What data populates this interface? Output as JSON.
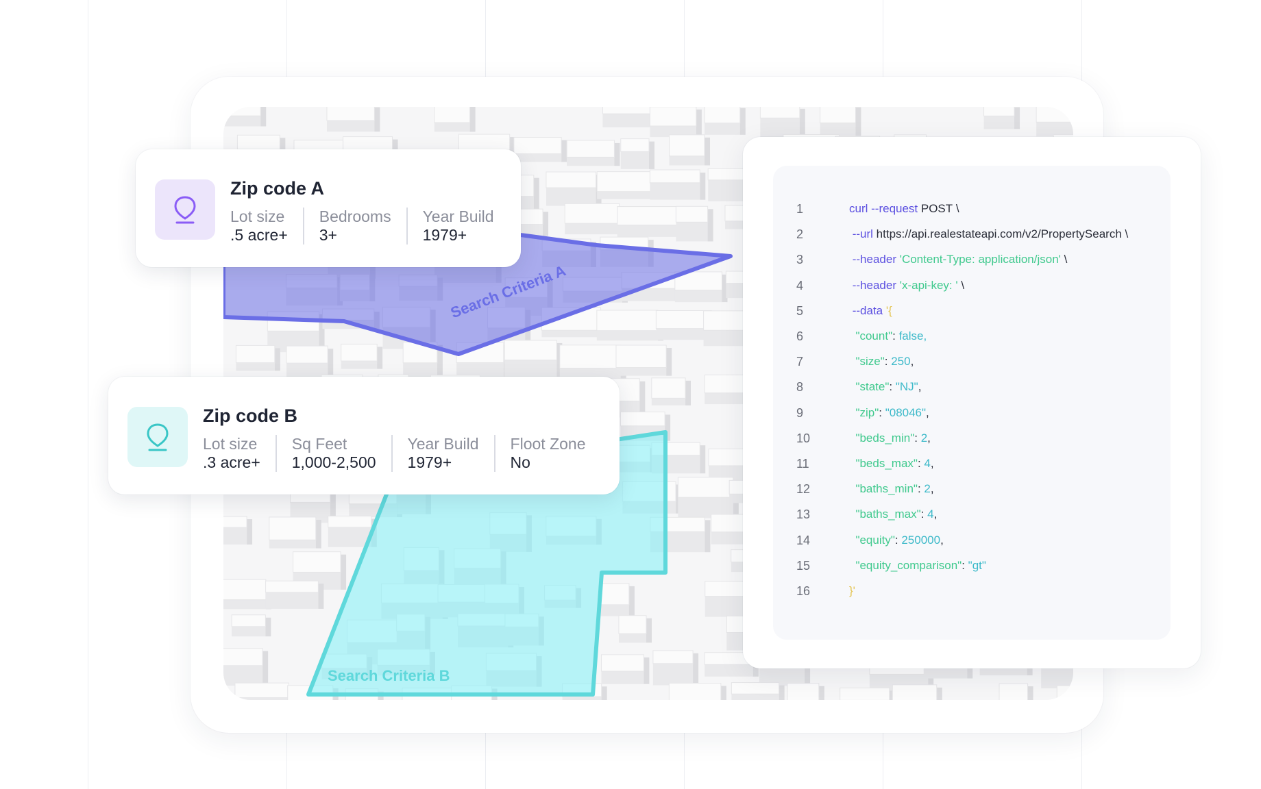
{
  "zip_a": {
    "title": "Zip code A",
    "icon": "location-pin-icon",
    "accent": "#8a5cf6",
    "icon_bg": "#ece5fb",
    "stats": [
      {
        "label": "Lot size",
        "value": ".5 acre+"
      },
      {
        "label": "Bedrooms",
        "value": "3+"
      },
      {
        "label": "Year Build",
        "value": "1979+"
      }
    ]
  },
  "zip_b": {
    "title": "Zip code B",
    "icon": "location-pin-icon",
    "accent": "#39c6c6",
    "icon_bg": "#dff7f7",
    "stats": [
      {
        "label": "Lot size",
        "value": ".3 acre+"
      },
      {
        "label": "Sq Feet",
        "value": "1,000-2,500"
      },
      {
        "label": "Year Build",
        "value": "1979+"
      },
      {
        "label": "Floot Zone",
        "value": "No"
      }
    ]
  },
  "map": {
    "region_a_label": "Search Criteria A",
    "region_b_label": "Search Criteria B",
    "region_a_color": "#6a6ee6",
    "region_b_color": "#5fd8db"
  },
  "code": {
    "lines": [
      {
        "n": "1",
        "parts": [
          {
            "t": "curl ",
            "c": "purple"
          },
          {
            "t": "--request ",
            "c": "purple"
          },
          {
            "t": "POST \\",
            "c": "dark"
          }
        ]
      },
      {
        "n": "2",
        "parts": [
          {
            "t": " --url ",
            "c": "purple"
          },
          {
            "t": "https://api.realestateapi.com/v2/PropertySearch \\",
            "c": "dark"
          }
        ]
      },
      {
        "n": "3",
        "parts": [
          {
            "t": " --header ",
            "c": "purple"
          },
          {
            "t": "'Content-Type: application/json'",
            "c": "green"
          },
          {
            "t": " \\",
            "c": "dark"
          }
        ]
      },
      {
        "n": "4",
        "parts": [
          {
            "t": " --header ",
            "c": "purple"
          },
          {
            "t": "'x-api-key: '",
            "c": "green"
          },
          {
            "t": " \\",
            "c": "dark"
          }
        ]
      },
      {
        "n": "5",
        "parts": [
          {
            "t": " --data ",
            "c": "purple"
          },
          {
            "t": "'{",
            "c": "yellow"
          }
        ]
      },
      {
        "n": "6",
        "parts": [
          {
            "t": "  \"count\"",
            "c": "green"
          },
          {
            "t": ": ",
            "c": "dark"
          },
          {
            "t": "false,",
            "c": "cyan"
          }
        ]
      },
      {
        "n": "7",
        "parts": [
          {
            "t": "  \"size\"",
            "c": "green"
          },
          {
            "t": ": ",
            "c": "dark"
          },
          {
            "t": "250",
            "c": "cyan"
          },
          {
            "t": ",",
            "c": "dark"
          }
        ]
      },
      {
        "n": "8",
        "parts": [
          {
            "t": "  \"state\"",
            "c": "green"
          },
          {
            "t": ": ",
            "c": "dark"
          },
          {
            "t": "\"NJ\"",
            "c": "cyan"
          },
          {
            "t": ",",
            "c": "dark"
          }
        ]
      },
      {
        "n": "9",
        "parts": [
          {
            "t": "  \"zip\"",
            "c": "green"
          },
          {
            "t": ": ",
            "c": "dark"
          },
          {
            "t": "\"08046\"",
            "c": "cyan"
          },
          {
            "t": ",",
            "c": "dark"
          }
        ]
      },
      {
        "n": "10",
        "parts": [
          {
            "t": "  \"beds_min\"",
            "c": "green"
          },
          {
            "t": ": ",
            "c": "dark"
          },
          {
            "t": "2",
            "c": "cyan"
          },
          {
            "t": ",",
            "c": "dark"
          }
        ]
      },
      {
        "n": "11",
        "parts": [
          {
            "t": "  \"beds_max\"",
            "c": "green"
          },
          {
            "t": ": ",
            "c": "dark"
          },
          {
            "t": "4",
            "c": "cyan"
          },
          {
            "t": ",",
            "c": "dark"
          }
        ]
      },
      {
        "n": "12",
        "parts": [
          {
            "t": "  \"baths_min\"",
            "c": "green"
          },
          {
            "t": ": ",
            "c": "dark"
          },
          {
            "t": "2",
            "c": "cyan"
          },
          {
            "t": ",",
            "c": "dark"
          }
        ]
      },
      {
        "n": "13",
        "parts": [
          {
            "t": "  \"baths_max\"",
            "c": "green"
          },
          {
            "t": ": ",
            "c": "dark"
          },
          {
            "t": "4",
            "c": "cyan"
          },
          {
            "t": ",",
            "c": "dark"
          }
        ]
      },
      {
        "n": "14",
        "parts": [
          {
            "t": "  \"equity\"",
            "c": "green"
          },
          {
            "t": ": ",
            "c": "dark"
          },
          {
            "t": "250000",
            "c": "cyan"
          },
          {
            "t": ",",
            "c": "dark"
          }
        ]
      },
      {
        "n": "15",
        "parts": [
          {
            "t": "  \"equity_comparison\"",
            "c": "green"
          },
          {
            "t": ": ",
            "c": "dark"
          },
          {
            "t": "\"gt\"",
            "c": "cyan"
          }
        ]
      },
      {
        "n": "16",
        "parts": [
          {
            "t": "}'",
            "c": "yellow"
          }
        ]
      }
    ]
  }
}
